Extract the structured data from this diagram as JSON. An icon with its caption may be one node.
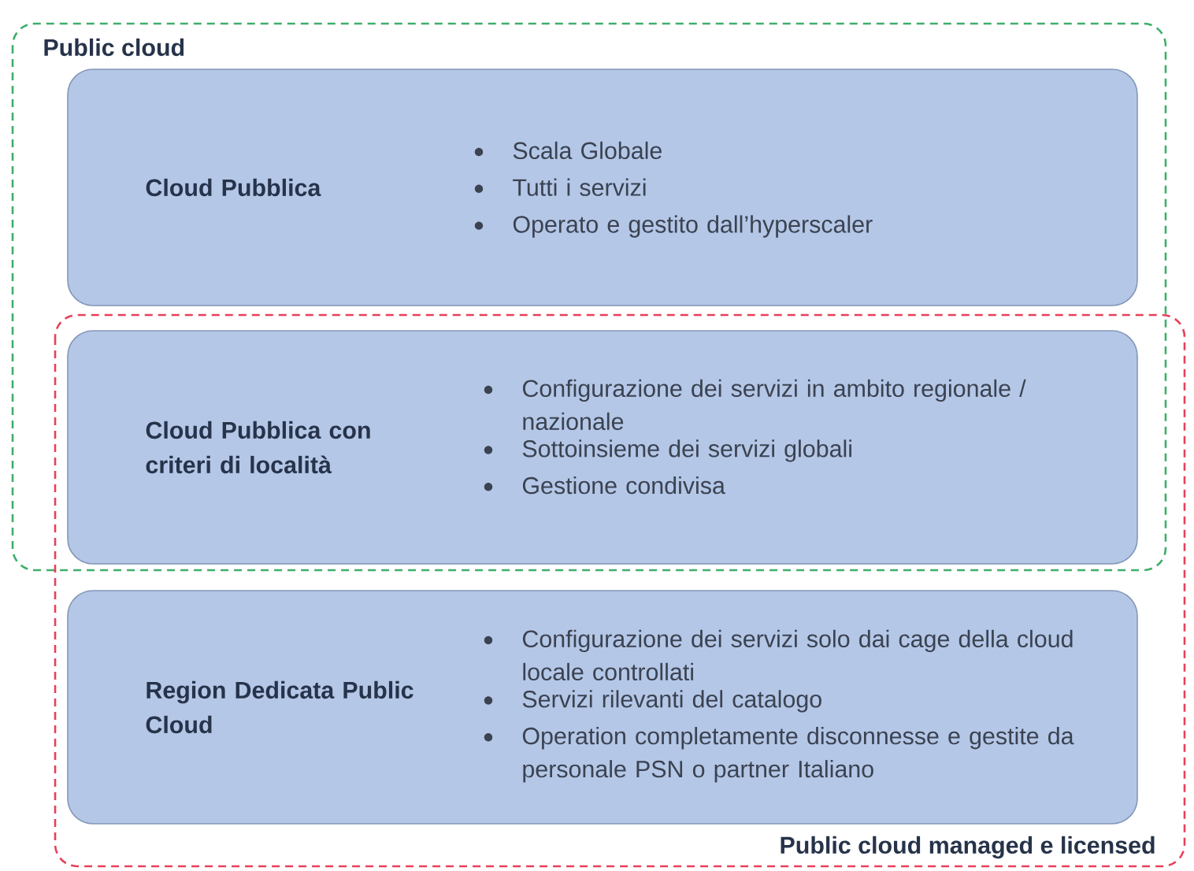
{
  "diagram": {
    "nodes": [
      {
        "text": [
          "Public cloud"
        ]
      },
      {
        "text": [
          "Cloud Pubblica",
          "Scala Globale",
          "Tutti i servizi",
          "Operato e gestito dall’hyperscaler"
        ],
        "in": 0
      },
      {
        "text": [
          "Cloud Pubblica con criteri di località",
          "Configurazione dei servizi in ambito regionale / nazionale",
          "Sottoinsieme dei servizi globali",
          "Gestione condivisa"
        ]
      },
      {
        "text": [
          "Public cloud managed e licensed"
        ]
      },
      {
        "text": [
          "Region Dedicata Public Cloud",
          "Configurazione dei servizi solo dai cage della cloud locale controllati",
          "Servizi rilevanti del catalogo",
          "Operation completamente disconnesse e gestite da personale PSN o partner Italiano"
        ],
        "in": 3
      }
    ]
  }
}
